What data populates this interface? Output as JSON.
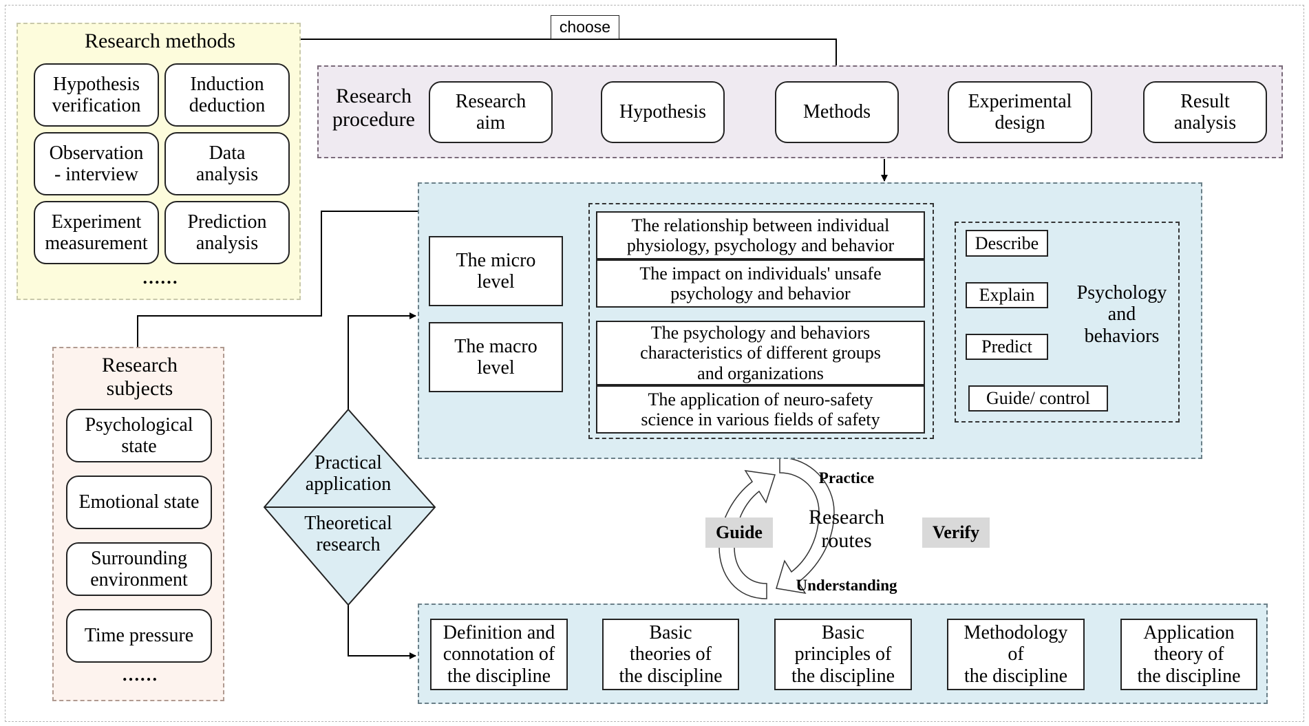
{
  "choose_label": "choose",
  "research_methods": {
    "title": "Research methods",
    "items": [
      "Hypothesis\nverification",
      "Induction\ndeduction",
      "Observation\n- interview",
      "Data\nanalysis",
      "Experiment\nmeasurement",
      "Prediction\nanalysis"
    ],
    "more": "……"
  },
  "research_procedure": {
    "title": "Research\nprocedure",
    "steps": [
      "Research\naim",
      "Hypothesis",
      "Methods",
      "Experimental\ndesign",
      "Result\nanalysis"
    ]
  },
  "research_subjects": {
    "title": "Research\nsubjects",
    "items": [
      "Psychological\nstate",
      "Emotional state",
      "Surrounding\nenvironment",
      "Time pressure"
    ],
    "more": "……"
  },
  "levels": {
    "micro": "The micro\nlevel",
    "macro": "The macro\nlevel",
    "micro_items": [
      "The relationship between individual\nphysiology,  psychology and behavior",
      "The impact on individuals' unsafe\npsychology and behavior"
    ],
    "macro_items": [
      "The psychology and behaviors\ncharacteristics of different  groups\nand organizations",
      "The application of neuro-safety\nscience in various fields of safety"
    ]
  },
  "psychology": {
    "steps": [
      "Describe",
      "Explain",
      "Predict",
      "Guide/ control"
    ],
    "label": "Psychology\nand\nbehaviors"
  },
  "diamond": {
    "top": "Practical\napplication",
    "bottom": "Theoretical\nresearch"
  },
  "routes": {
    "center": "Research\nroutes",
    "practice": "Practice",
    "understanding": "Understanding",
    "guide": "Guide",
    "verify": "Verify"
  },
  "theory_chain": [
    "Definition and\nconnotation of\nthe discipline",
    "Basic\ntheories of\nthe discipline",
    "Basic\nprinciples of\nthe discipline",
    "Methodology\nof\nthe discipline",
    "Application\ntheory of\nthe discipline"
  ],
  "colors": {
    "methods_bg": "#fdfcdc",
    "subjects_bg": "#fdf3ee",
    "procedure_bg": "#efeaf1",
    "blue_bg": "#dcedf3",
    "tag_bg": "#d9d9d9"
  }
}
